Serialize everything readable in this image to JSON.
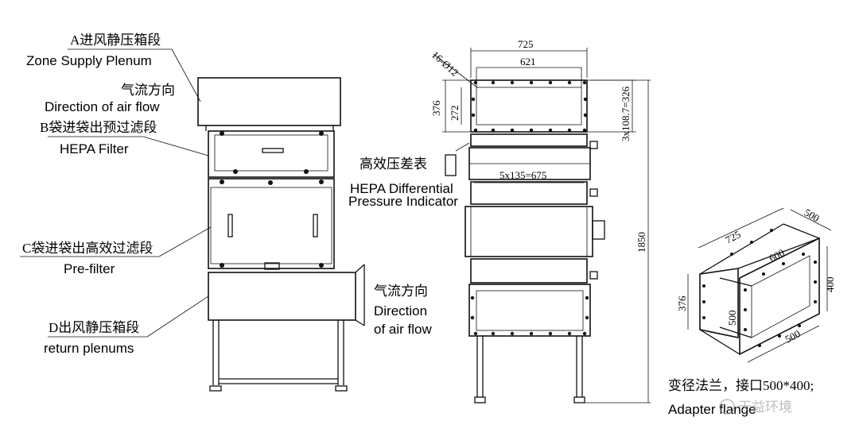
{
  "labels": {
    "a_cn": "A进风静压箱段",
    "a_en": "Zone Supply Plenum",
    "air1_cn": "气流方向",
    "air1_en": "Direction of air flow",
    "b_cn": "B袋进袋出预过滤段",
    "b_en": "HEPA Filter",
    "c_cn": "C袋进袋出高效过滤段",
    "c_en": "Pre-filter",
    "d_cn": "D出风静压箱段",
    "d_en": "return plenums",
    "air2_cn": "气流方向",
    "air2_en1": "Direction",
    "air2_en2": "of air flow",
    "gauge_cn": "高效压差表",
    "gauge_en1": "HEPA Differential",
    "gauge_en2": "Pressure Indicator",
    "flange_cn": "变径法兰，接口500*400;",
    "flange_en": "Adapter flange",
    "watermark": "天益环境"
  },
  "dimensions": {
    "w725": "725",
    "w621": "621",
    "holes": "16-Ø12",
    "h376": "376",
    "h272": "272",
    "side": "3x108.7=326",
    "pitch": "5x135=675",
    "h1850": "1850",
    "f725": "725",
    "f500a": "500",
    "f600": "600",
    "f400": "400",
    "f376": "376",
    "f500b": "500",
    "f500c": "500"
  }
}
